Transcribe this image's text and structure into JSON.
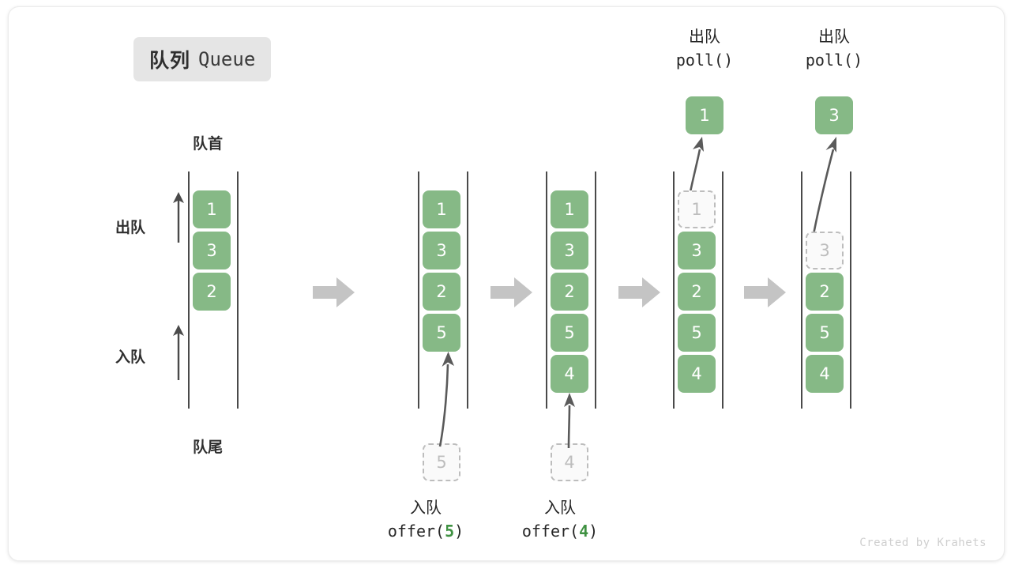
{
  "figure": {
    "title_cn": "队列",
    "title_en": "Queue",
    "credit": "Created by Krahets",
    "front_label": "队首",
    "rear_label": "队尾",
    "dequeue_label": "出队",
    "enqueue_label": "入队",
    "colors": {
      "node_fill": "#86b986",
      "node_text": "#ffffff",
      "ghost_fill": "#fafafa",
      "ghost_stroke": "#bdbdbd",
      "ghost_text": "#bdbdbd",
      "rail": "#4a4a4a",
      "arrow_gray": "#c4c4c4",
      "curve_arrow": "#5a5a5a",
      "badge_bg": "#e5e5e5",
      "accent_green": "#3f9142",
      "text": "#262626"
    },
    "icons": {
      "transition": "right-block-arrow-icon",
      "dequeue_dir": "up-arrow-icon",
      "enqueue_dir": "up-arrow-icon",
      "move": "curved-up-arrow-icon"
    }
  },
  "stages": [
    {
      "id": "initial",
      "nodes": [
        "1",
        "3",
        "2"
      ],
      "ghost": null,
      "result": null,
      "caption_cn": null,
      "caption_code": null
    },
    {
      "id": "after-offer-5",
      "nodes": [
        "1",
        "3",
        "2",
        "5"
      ],
      "ghost": "5",
      "result": null,
      "caption_cn": "入队",
      "caption_code": "offer(5)",
      "caption_code_pre": "offer(",
      "caption_code_arg": "5",
      "caption_code_post": ")"
    },
    {
      "id": "after-offer-4",
      "nodes": [
        "1",
        "3",
        "2",
        "5",
        "4"
      ],
      "ghost": "4",
      "result": null,
      "caption_cn": "入队",
      "caption_code": "offer(4)",
      "caption_code_pre": "offer(",
      "caption_code_arg": "4",
      "caption_code_post": ")"
    },
    {
      "id": "after-poll-1",
      "nodes": [
        "3",
        "2",
        "5",
        "4"
      ],
      "ghost": "1",
      "result": "1",
      "caption_cn": "出队",
      "caption_code": "poll()"
    },
    {
      "id": "after-poll-3",
      "nodes": [
        "2",
        "5",
        "4"
      ],
      "ghost": "3",
      "result": "3",
      "caption_cn": "出队",
      "caption_code": "poll()"
    }
  ]
}
